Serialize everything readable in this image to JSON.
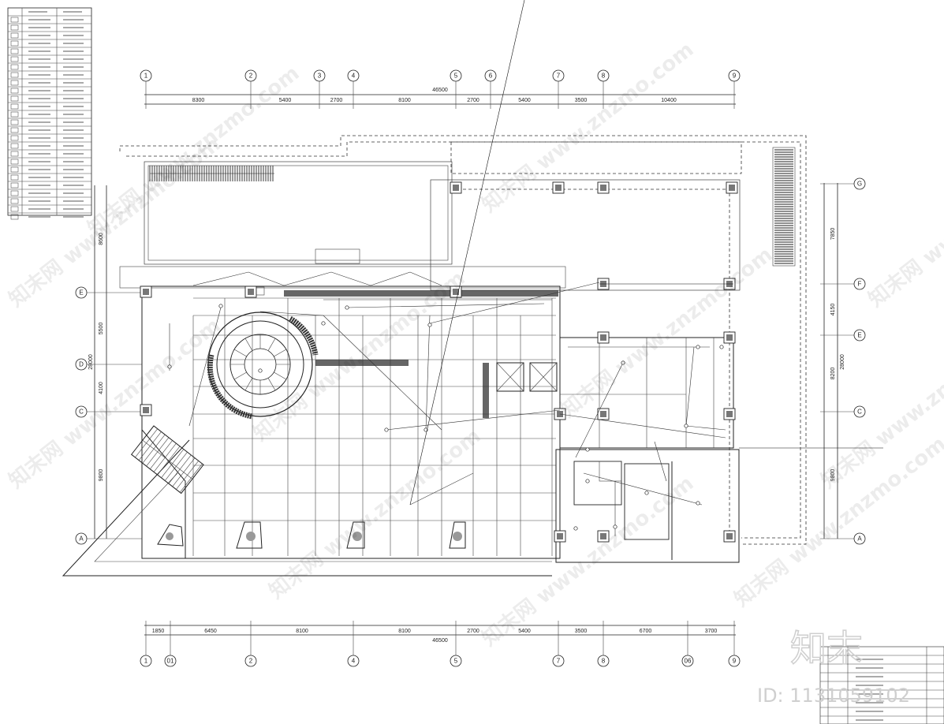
{
  "grid_top": [
    "1",
    "2",
    "3",
    "4",
    "5",
    "6",
    "7",
    "8",
    "9"
  ],
  "grid_bottom": [
    "1",
    "01",
    "2",
    "4",
    "5",
    "7",
    "8",
    "06",
    "9"
  ],
  "grid_left": [
    "E",
    "D",
    "C",
    "A"
  ],
  "grid_right": [
    "G",
    "F",
    "E",
    "C",
    "A"
  ],
  "dims_top_total": "46500",
  "dims_top": [
    "8300",
    "5400",
    "2700",
    "8100",
    "2700",
    "5400",
    "3500",
    "10400"
  ],
  "dims_bottom_total": "46500",
  "dims_bottom": [
    "1850",
    "6450",
    "8100",
    "8100",
    "2700",
    "5400",
    "3500",
    "6700",
    "3700"
  ],
  "dims_left": [
    "8600",
    "5500",
    "4100",
    "9800"
  ],
  "dims_left_total": "28000",
  "dims_right": [
    "7850",
    "4150",
    "8200",
    "9800"
  ],
  "dims_right_total": "28000",
  "watermark": "www.znzmo.com",
  "watermark_cn": "知末网",
  "logo_text": "知末",
  "id_text": "ID: 1131059102"
}
